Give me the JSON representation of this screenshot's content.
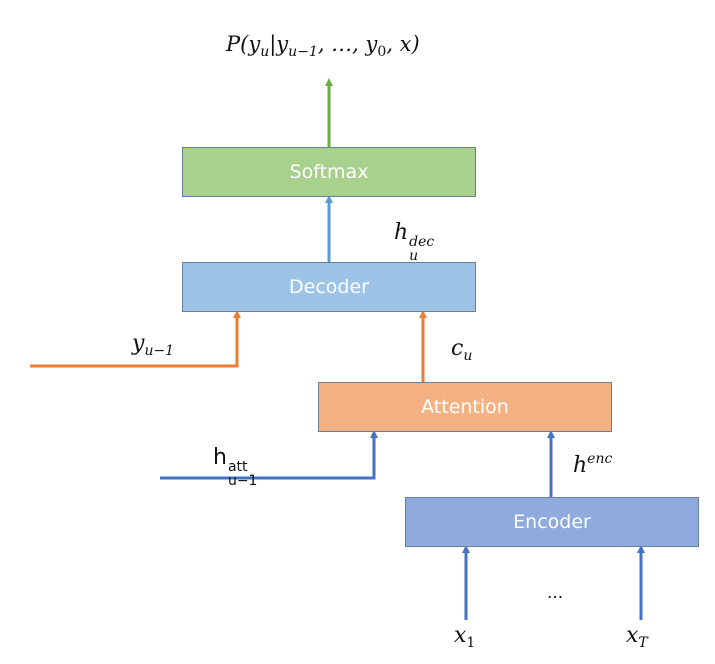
{
  "colors": {
    "softmax": "#a9d18e",
    "decoder": "#9dc3e6",
    "attention": "#f4b183",
    "encoder": "#8faadc",
    "blue_arrow": "#5b9bd5",
    "green_arrow": "#70ad47",
    "orange_arrow": "#ed7d31",
    "dark_blue_arrow": "#4472c4"
  },
  "blocks": {
    "softmax": "Softmax",
    "decoder": "Decoder",
    "attention": "Attention",
    "encoder": "Encoder"
  },
  "labels": {
    "output": {
      "prefix": "P(y",
      "sub1": "u",
      "bar": "|y",
      "sub2": "u−1",
      "mid": ", …, y",
      "sub3": "0",
      "suffix": ", x)"
    },
    "hdec": {
      "base": "h",
      "sub": "u",
      "sup": "dec"
    },
    "yprev": {
      "base": "y",
      "sub": "u−1"
    },
    "cu": {
      "base": "c",
      "sub": "u"
    },
    "hatt": {
      "base": "h",
      "sub": "u−1",
      "sup": "att"
    },
    "henc": {
      "base": "h",
      "sup": "enc"
    },
    "ellipsis": "...",
    "x1": {
      "base": "x",
      "sub": "1"
    },
    "xT": {
      "base": "x",
      "sub": "T"
    }
  }
}
